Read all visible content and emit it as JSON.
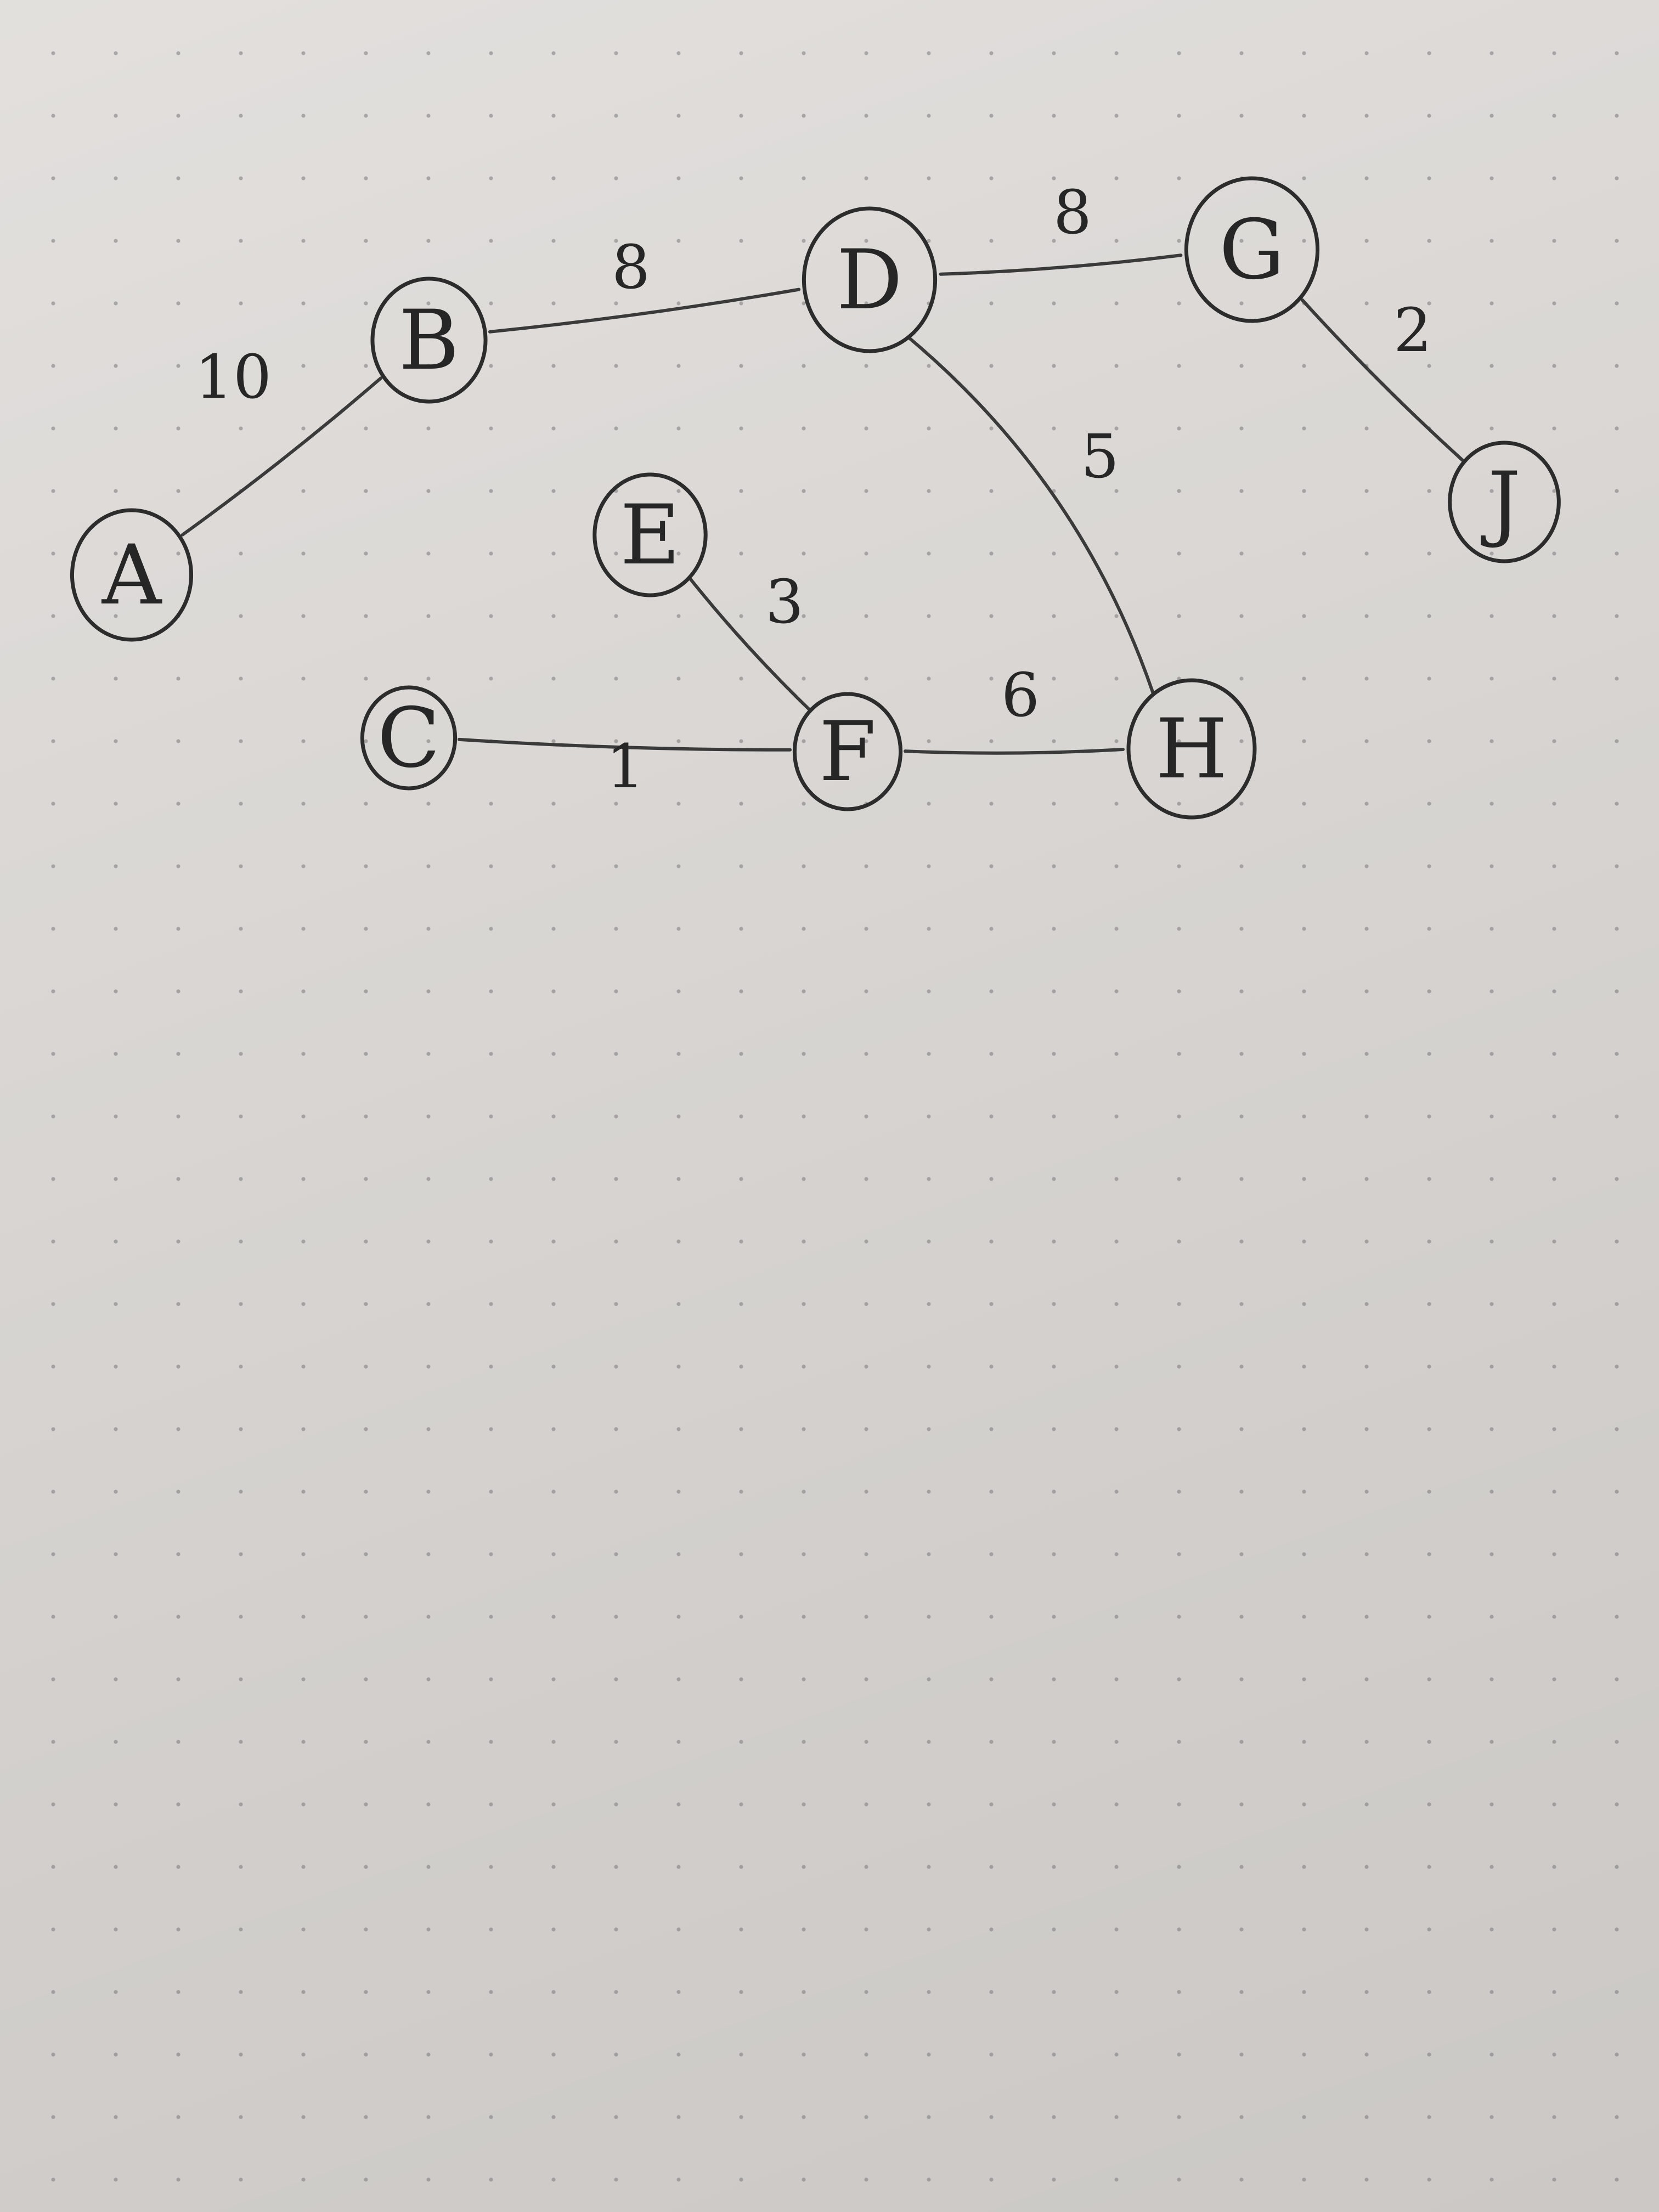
{
  "nodes": [
    {
      "id": "A",
      "label": "A"
    },
    {
      "id": "B",
      "label": "B"
    },
    {
      "id": "C",
      "label": "C"
    },
    {
      "id": "D",
      "label": "D"
    },
    {
      "id": "E",
      "label": "E"
    },
    {
      "id": "F",
      "label": "F"
    },
    {
      "id": "G",
      "label": "G"
    },
    {
      "id": "H",
      "label": "H"
    },
    {
      "id": "J",
      "label": "J"
    }
  ],
  "edges": [
    {
      "from": "A",
      "to": "B",
      "weight": "10"
    },
    {
      "from": "B",
      "to": "D",
      "weight": "8"
    },
    {
      "from": "D",
      "to": "G",
      "weight": "8"
    },
    {
      "from": "G",
      "to": "J",
      "weight": "2"
    },
    {
      "from": "D",
      "to": "H",
      "weight": "5"
    },
    {
      "from": "E",
      "to": "F",
      "weight": "3"
    },
    {
      "from": "C",
      "to": "F",
      "weight": "1"
    },
    {
      "from": "F",
      "to": "H",
      "weight": "6"
    }
  ]
}
